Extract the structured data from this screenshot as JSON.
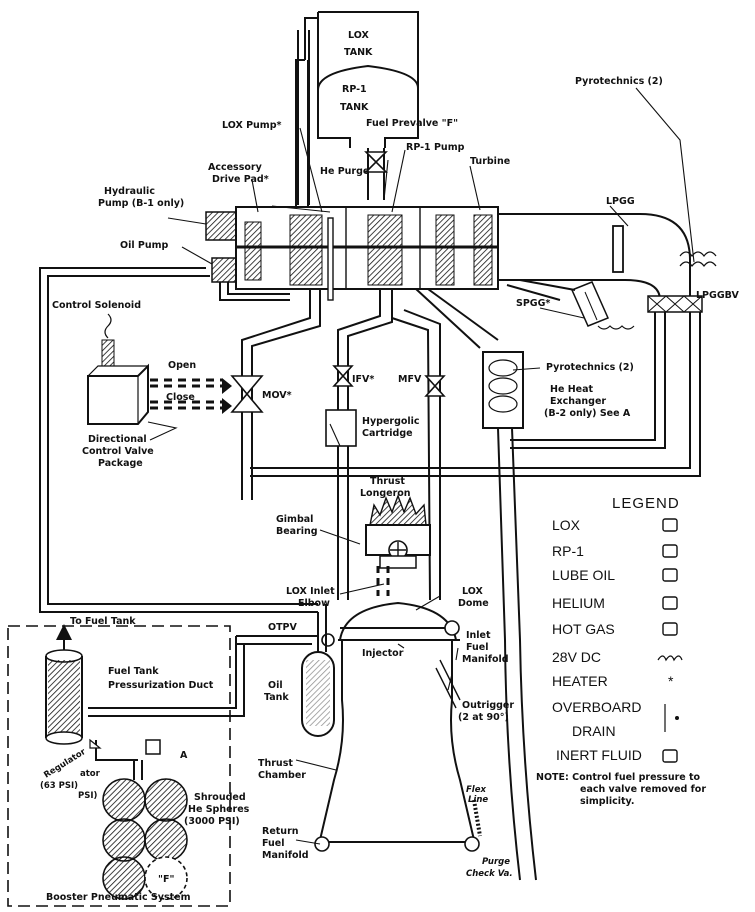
{
  "labels": {
    "lox_tank_1": "LOX",
    "lox_tank_2": "TANK",
    "rp1_tank_1": "RP-1",
    "rp1_tank_2": "TANK",
    "pyro_top": "Pyrotechnics (2)",
    "lox_pump": "LOX Pump*",
    "fuel_prevalve": "Fuel Prevalve \"F\"",
    "accessory_1": "Accessory",
    "accessory_2": "Drive Pad*",
    "rp1_pump": "RP-1 Pump",
    "he_purge": "He Purge",
    "turbine": "Turbine",
    "hydraulic_1": "Hydraulic",
    "hydraulic_2": "Pump (B-1 only)",
    "lpgg": "LPGG",
    "oil_pump": "Oil Pump",
    "lpggbv": "LPGGBV",
    "control_solenoid": "Control Solenoid",
    "spgg": "SPGG*",
    "open": "Open",
    "close": "Close",
    "mov": "MOV*",
    "ifv": "IFV*",
    "mfv": "MFV",
    "pyro_right": "Pyrotechnics (2)",
    "he_heat_1": "He Heat",
    "he_heat_2": "Exchanger",
    "he_heat_3": "(B-2 only) See A",
    "hypergolic_1": "Hypergolic",
    "hypergolic_2": "Cartridge",
    "dcv_1": "Directional",
    "dcv_2": "Control Valve",
    "dcv_3": "Package",
    "thrust_1": "Thrust",
    "thrust_2": "Longeron",
    "gimbal_1": "Gimbal",
    "gimbal_2": "Bearing",
    "lox_inlet_1": "LOX Inlet",
    "lox_inlet_2": "Elbow",
    "lox_dome_1": "LOX",
    "lox_dome_2": "Dome",
    "to_fuel_tank": "To Fuel Tank",
    "otpv": "OTPV",
    "inlet_fuel_1": "Inlet",
    "inlet_fuel_2": "Fuel",
    "inlet_fuel_3": "Manifold",
    "injector": "Injector",
    "fuel_duct_1": "Fuel Tank",
    "fuel_duct_2": "Pressurization Duct",
    "oil_tank_1": "Oil",
    "oil_tank_2": "Tank",
    "outrigger_1": "Outrigger",
    "outrigger_2": "(2 at 90°)",
    "regulator_1": "Regulator",
    "regulator_2": "(63 PSI)",
    "regulator_3": "ator",
    "regulator_4": "PSI)",
    "a_mark": "A",
    "shrouded_1": "Shrouded",
    "shrouded_2": "He Spheres",
    "shrouded_3": "(3000 PSI)",
    "thrust_chamber_1": "Thrust",
    "thrust_chamber_2": "Chamber",
    "return_1": "Return",
    "return_2": "Fuel",
    "return_3": "Manifold",
    "flex_1": "Flex",
    "flex_2": "Line",
    "purge_1": "Purge",
    "purge_2": "Check Va.",
    "f_sphere": "\"F\"",
    "booster": "Booster Pneumatic System"
  },
  "legend": {
    "title": "LEGEND",
    "items": [
      "LOX",
      "RP-1",
      "LUBE OIL",
      "HELIUM",
      "HOT GAS",
      "28V DC",
      "HEATER",
      "OVERBOARD",
      "DRAIN",
      "INERT FLUID"
    ],
    "heater_symbol": "*"
  },
  "note": {
    "line1": "NOTE: Control fuel pressure to",
    "line2": "each valve removed for",
    "line3": "simplicity."
  }
}
